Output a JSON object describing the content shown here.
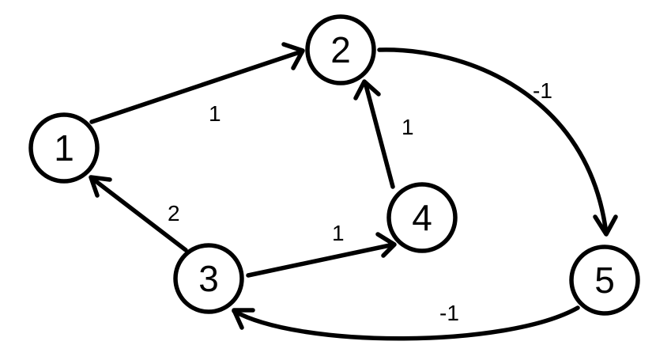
{
  "colors": {
    "background": "#ffffff",
    "stroke": "#000000",
    "text": "#000000"
  },
  "nodes": [
    {
      "id": "1",
      "label": "1"
    },
    {
      "id": "2",
      "label": "2"
    },
    {
      "id": "3",
      "label": "3"
    },
    {
      "id": "4",
      "label": "4"
    },
    {
      "id": "5",
      "label": "5"
    }
  ],
  "edges": [
    {
      "from": "1",
      "to": "2",
      "weight": "1"
    },
    {
      "from": "4",
      "to": "2",
      "weight": "1"
    },
    {
      "from": "2",
      "to": "5",
      "weight": "-1"
    },
    {
      "from": "3",
      "to": "1",
      "weight": "2"
    },
    {
      "from": "3",
      "to": "4",
      "weight": "1"
    },
    {
      "from": "5",
      "to": "3",
      "weight": "-1"
    }
  ]
}
